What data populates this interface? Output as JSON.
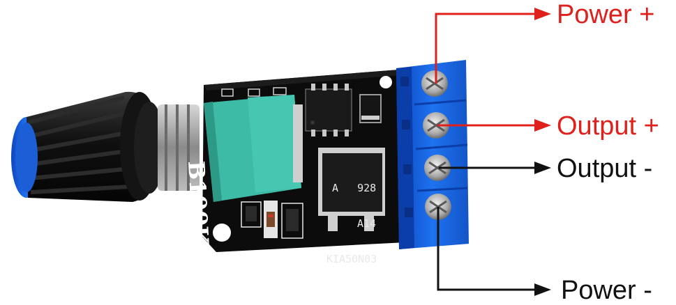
{
  "labels": {
    "power_plus": "Power +",
    "output_plus": "Output +",
    "output_minus": "Output -",
    "power_minus": "Power -"
  },
  "components": {
    "potentiometer": "B100K",
    "mosfet_line1": "A   928",
    "mosfet_line2": "A14",
    "mosfet_line3": "KIA50N03"
  },
  "colors": {
    "label_red": "#e0201c",
    "label_black": "#111111",
    "terminal_blue": "#1565d8",
    "pot_green": "#3dbba6",
    "pcb_black": "#0c0c0c"
  }
}
